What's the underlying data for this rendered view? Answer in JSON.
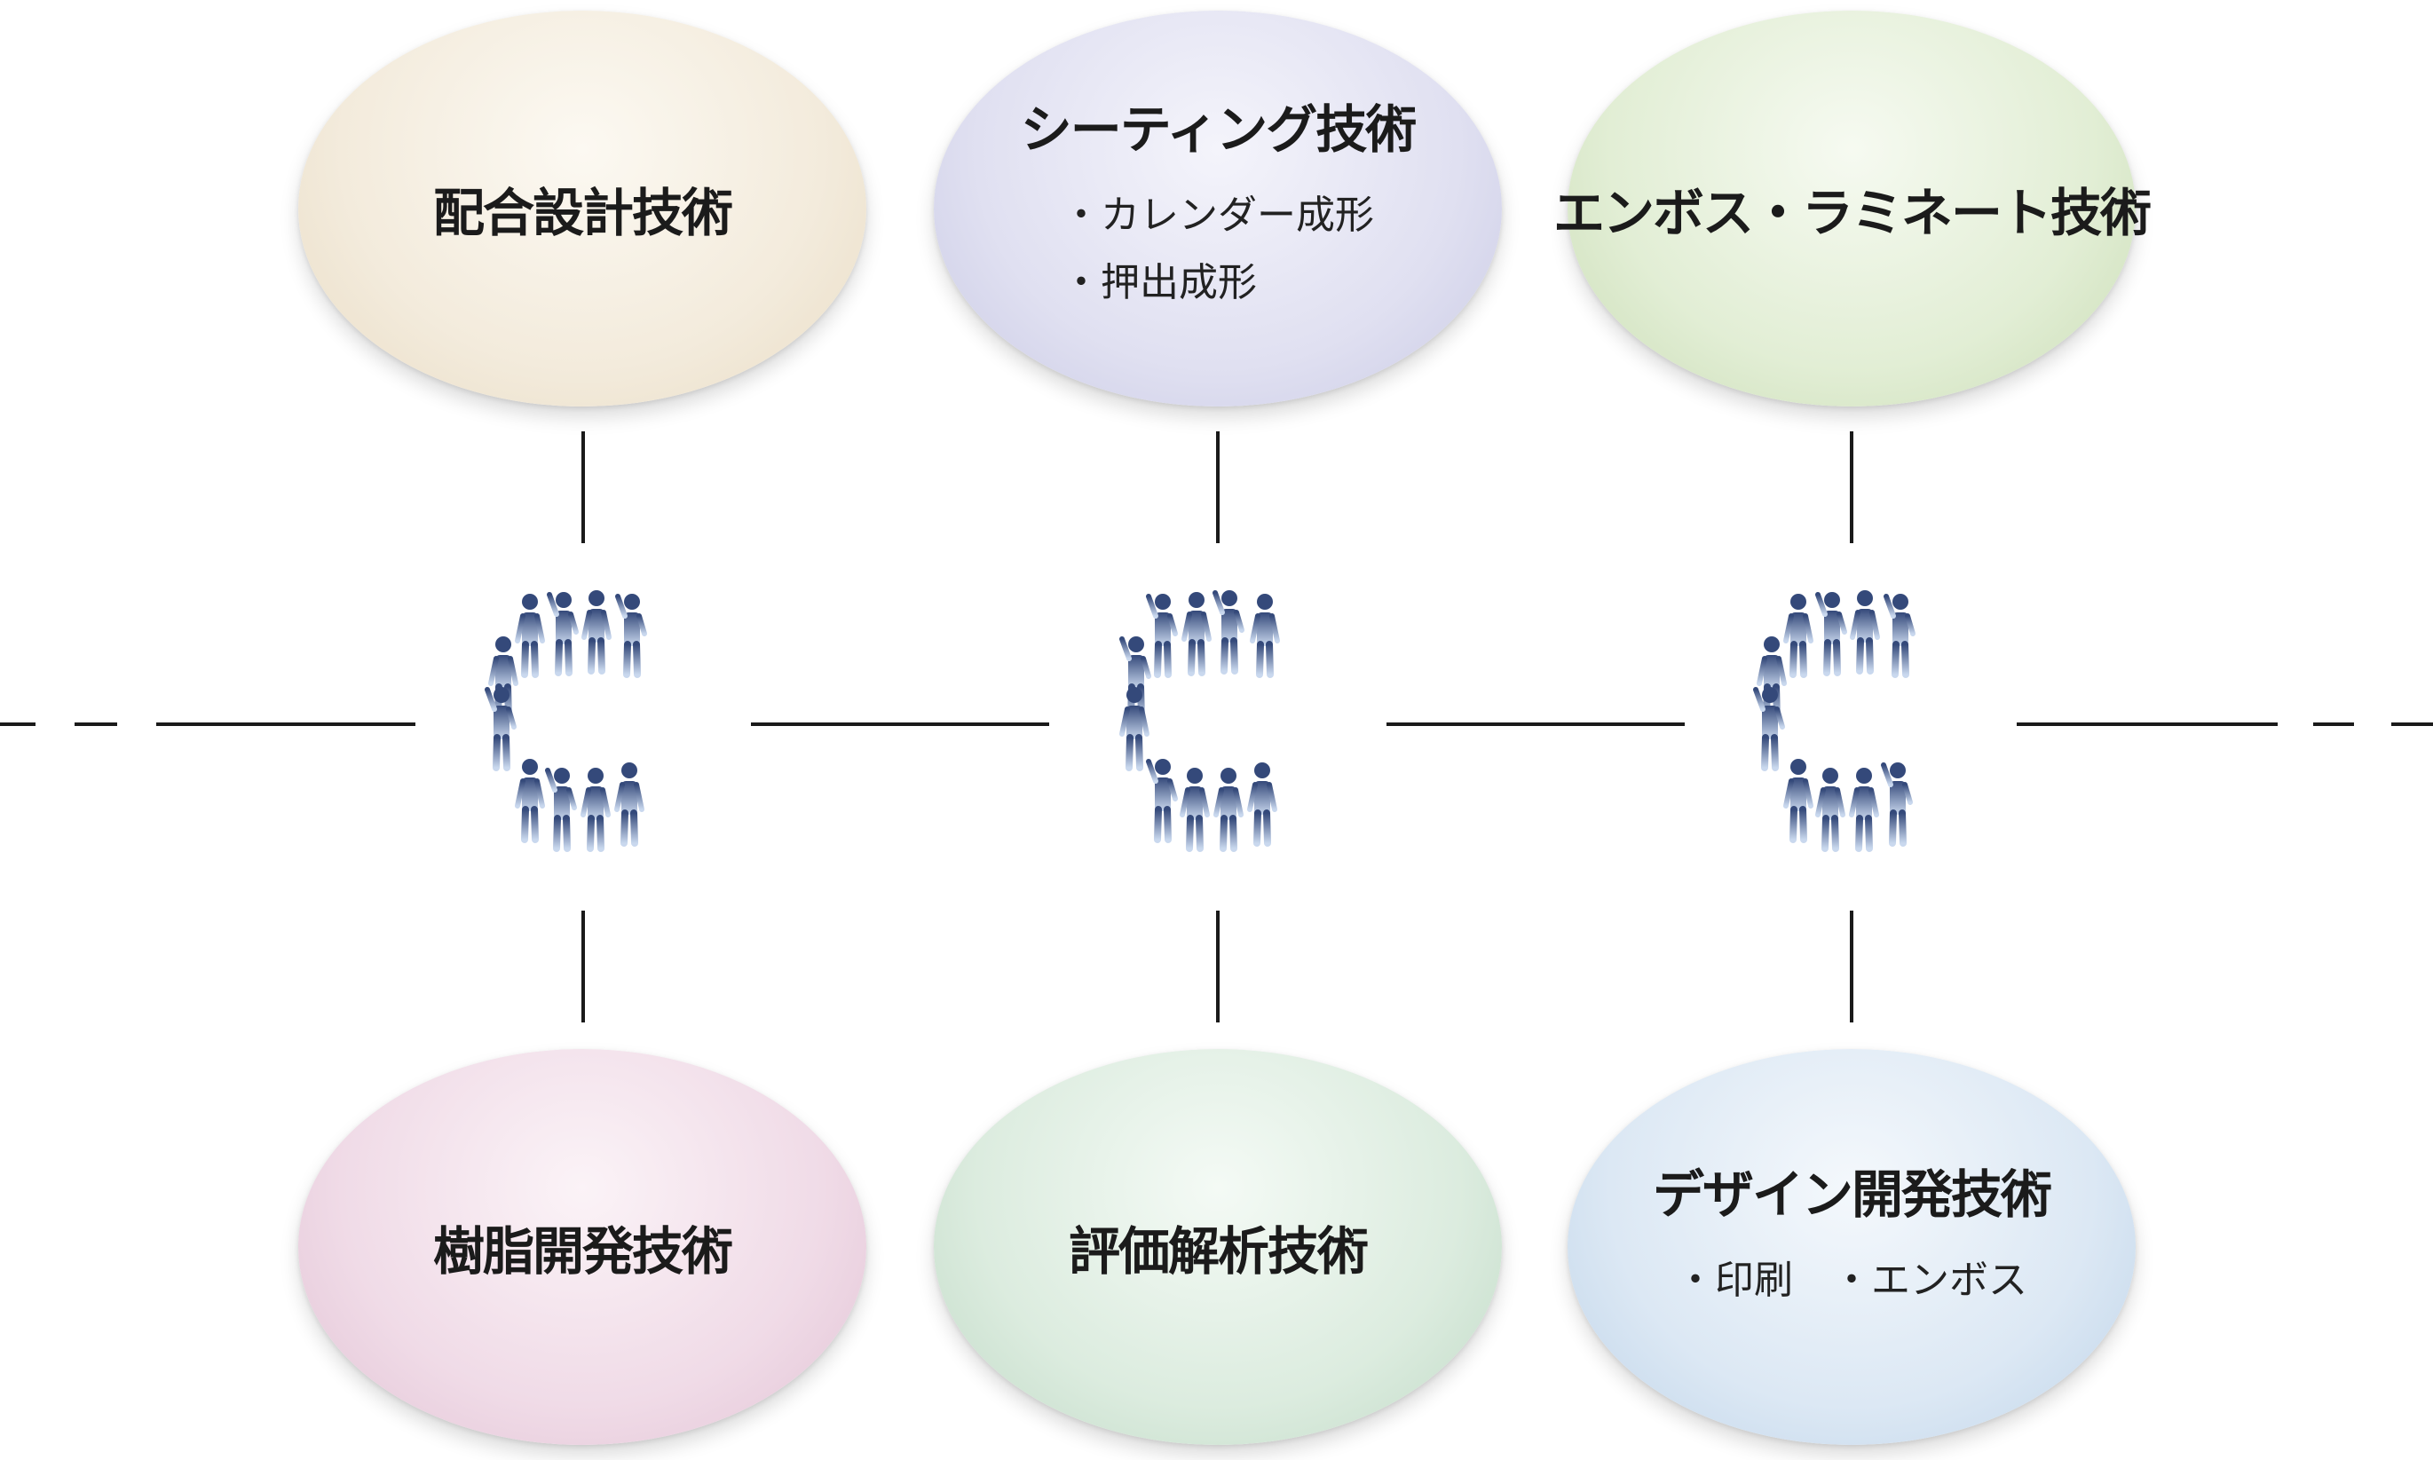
{
  "colors": {
    "line": "#1a1a1a",
    "figure_top": "#34497a",
    "figure_bottom": "#c9d8ee",
    "ellipse_beige": "#f3ebdc",
    "ellipse_lilac": "#e0e0f1",
    "ellipse_green": "#e2eed5",
    "ellipse_pink": "#f0dbe7",
    "ellipse_mint": "#dcecdf",
    "ellipse_blue": "#dce8f4"
  },
  "top": [
    {
      "title": "配合設計技術"
    },
    {
      "title": "シーティング技術",
      "items": [
        "・カレンダー成形",
        "・押出成形"
      ]
    },
    {
      "title": "エンボス・ラミネート技術"
    }
  ],
  "bottom": [
    {
      "title": "樹脂開発技術"
    },
    {
      "title": "評価解析技術"
    },
    {
      "title": "デザイン開発技術",
      "items": [
        "・印刷",
        "・エンボス"
      ]
    }
  ],
  "center_icons": [
    "people-forming-letter-c-icon",
    "people-forming-letter-c-icon",
    "people-forming-letter-c-icon"
  ]
}
